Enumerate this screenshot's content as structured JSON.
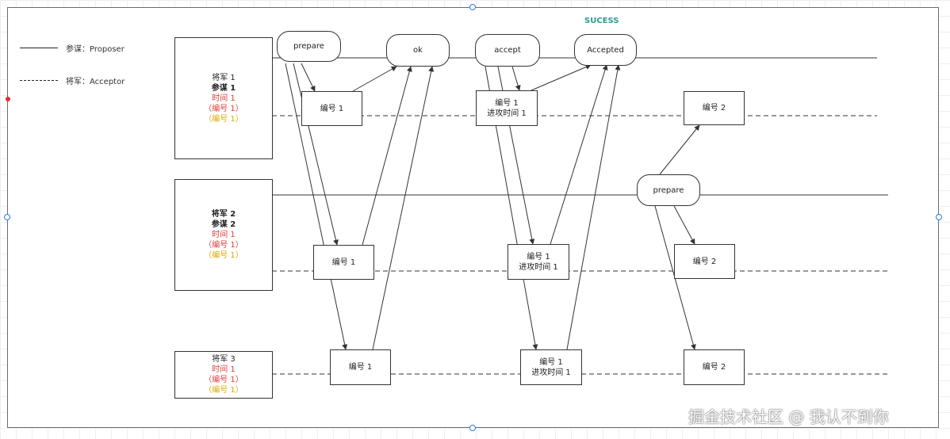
{
  "title": "SUCESS",
  "legend": {
    "proposer": "参谋：Proposer",
    "acceptor": "将军：Acceptor"
  },
  "generals": [
    {
      "lines": [
        {
          "text": "将军 1",
          "style": "k"
        },
        {
          "text": "参谋 1",
          "style": "b"
        },
        {
          "text": "时间 1",
          "style": "r"
        },
        {
          "text": "（编号 1）",
          "style": "r"
        },
        {
          "text": "（编号 1）",
          "style": "y"
        }
      ]
    },
    {
      "lines": [
        {
          "text": "将军 2",
          "style": "b"
        },
        {
          "text": "参谋 2",
          "style": "b"
        },
        {
          "text": "时间 1",
          "style": "r"
        },
        {
          "text": "（编号 1）",
          "style": "r"
        },
        {
          "text": "（编号 1）",
          "style": "y"
        }
      ]
    },
    {
      "lines": [
        {
          "text": "将军 3",
          "style": "k"
        },
        {
          "text": "时间 1",
          "style": "r"
        },
        {
          "text": "（编号 1）",
          "style": "r"
        },
        {
          "text": "（编号 1）",
          "style": "y"
        }
      ]
    }
  ],
  "messages": {
    "prepare_1": "prepare",
    "ok": "ok",
    "accept": "accept",
    "accepted": "Accepted",
    "prepare_2": "prepare"
  },
  "acceptor_boxes": {
    "a1_prepare": [
      "编号 1"
    ],
    "a2_prepare": [
      "编号 1"
    ],
    "a3_prepare": [
      "编号 1"
    ],
    "a1_accept": [
      "编号 1",
      "进攻时间 1"
    ],
    "a2_accept": [
      "编号 1",
      "进攻时间 1"
    ],
    "a3_accept": [
      "编号 1",
      "进攻时间 1"
    ],
    "a1_prepare2": [
      "编号 2"
    ],
    "a2_prepare2": [
      "编号 2"
    ],
    "a3_prepare2": [
      "编号 2"
    ]
  },
  "watermark": "掘金技术社区 @ 我认不到你",
  "colors": {
    "sucess": "#2a9d8f",
    "red_text": "#e03b3b",
    "yellow_text": "#e0a800",
    "handle": "#2f7dd6"
  }
}
